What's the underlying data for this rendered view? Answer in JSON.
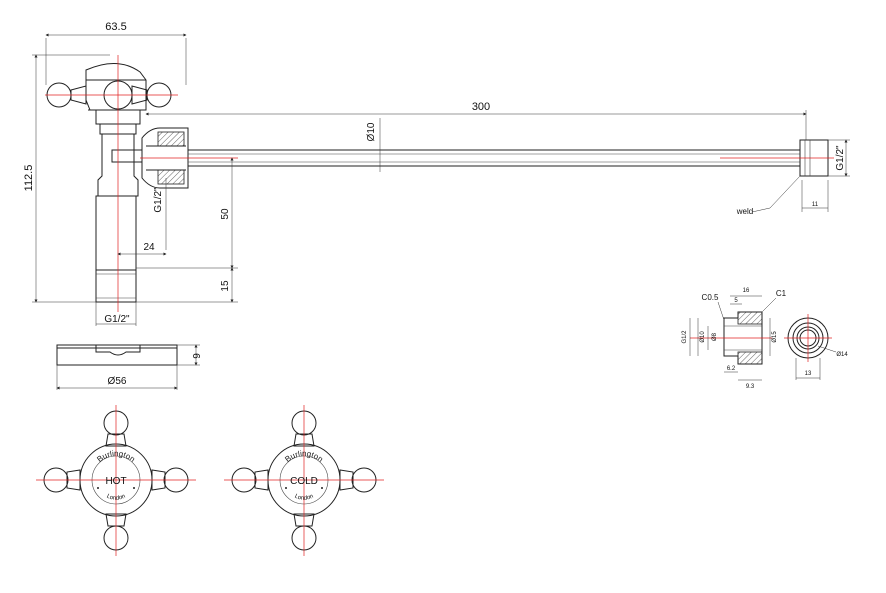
{
  "dimensions": {
    "width_63_5": "63.5",
    "length_300": "300",
    "dia_10": "Ø10",
    "thread_g12_side": "G1/2\"",
    "height_112_5": "112.5",
    "thread_g12_mid": "G1/2\"",
    "height_50": "50",
    "offset_24": "24",
    "height_15": "15",
    "thread_g12_bottom": "G1/2\"",
    "weld_label": "weld",
    "dim_11": "11",
    "flange_9": "9",
    "flange_dia_56": "Ø56"
  },
  "detail": {
    "c05": "C0.5",
    "c1": "C1",
    "d16": "16",
    "d5": "5",
    "g12": "G1/2",
    "d10": "Ø10",
    "d8": "Ø8",
    "d15": "Ø15",
    "d62": "6.2",
    "d93": "9.3",
    "d14": "Ø14",
    "d13": "13"
  },
  "handles": {
    "brand": "Burlington",
    "city": "London",
    "hot": "HOT",
    "cold": "COLD"
  }
}
